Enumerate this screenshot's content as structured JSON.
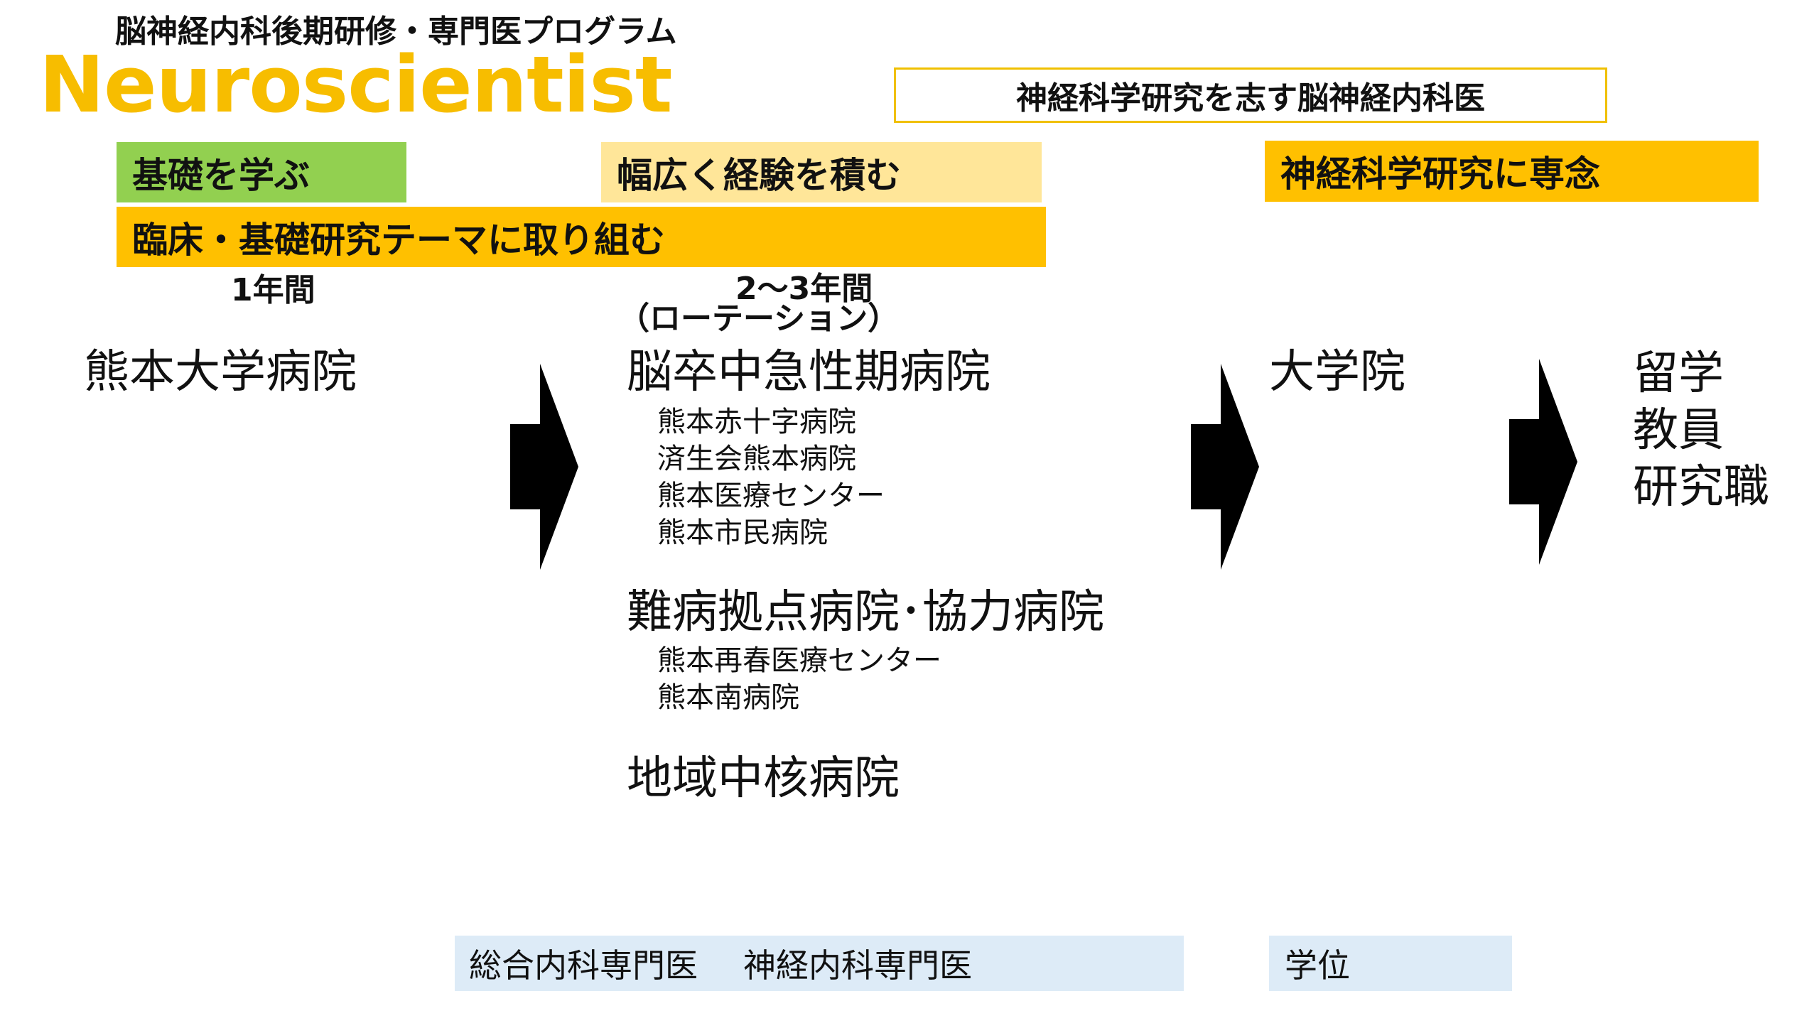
{
  "header": {
    "subtitle": "脳神経内科後期研修・専門医プログラム",
    "title": "Neuroscientist",
    "banner": "神経科学研究を志す脳神経内科医"
  },
  "phases": {
    "basics": "基礎を学ぶ",
    "experience": "幅広く経験を積む",
    "research_focus": "神経科学研究に専念",
    "research_themes": "臨床・基礎研究テーマに取り組む"
  },
  "durations": {
    "first": "1年間",
    "second": "2～3年間",
    "second_note": "（ローテーション）"
  },
  "nodes": {
    "kumamoto_university_hospital": "熊本大学病院",
    "stroke": {
      "title": "脳卒中急性期病院",
      "hospitals": [
        "熊本赤十字病院",
        "済生会熊本病院",
        "熊本医療センター",
        "熊本市民病院"
      ]
    },
    "intractable": {
      "title": "難病拠点病院･協力病院",
      "hospitals": [
        "熊本再春医療センター",
        "熊本南病院"
      ]
    },
    "regional": "地域中核病院",
    "graduate_school": "大学院",
    "careers": [
      "留学",
      "教員",
      "研究職"
    ]
  },
  "outcomes": {
    "cert_internal": "総合内科専門医",
    "cert_neuro": "神経内科専門医",
    "degree": "学位"
  },
  "colors": {
    "title_yellow": "#f7bd00",
    "banner_border": "#f0c000",
    "green": "#92d050",
    "light_orange": "#ffe699",
    "orange": "#ffc000",
    "light_blue": "#ddebf7",
    "arrow": "#000000"
  },
  "icons": {
    "flow_arrow": "arrow-right-icon"
  }
}
